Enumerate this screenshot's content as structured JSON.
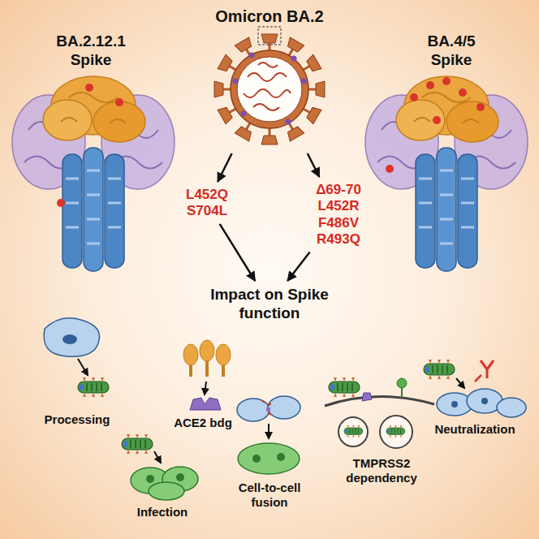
{
  "diagram": {
    "nodes": [
      {
        "text": [
          "Omicron BA.2"
        ]
      },
      {
        "text": [
          "L452Q S704L"
        ]
      },
      {
        "text": [
          "Δ69-70 L452R F486V R493Q"
        ]
      },
      {
        "text": [
          "Impact on Spike function"
        ]
      }
    ],
    "edges": [
      {
        "from": 0,
        "to": 1,
        "arrow": "to"
      },
      {
        "from": 0,
        "to": 2,
        "arrow": "to"
      },
      {
        "from": 1,
        "to": 3,
        "arrow": "to"
      },
      {
        "from": 2,
        "to": 3,
        "arrow": "to"
      }
    ],
    "labels": [
      "BA.2.12.1 Spike",
      "BA.4/5 Spike",
      "Processing",
      "ACE2 bdg",
      "Infection",
      "Cell-to-cell fusion",
      "TMPRSS2 dependency",
      "Neutralization"
    ]
  }
}
